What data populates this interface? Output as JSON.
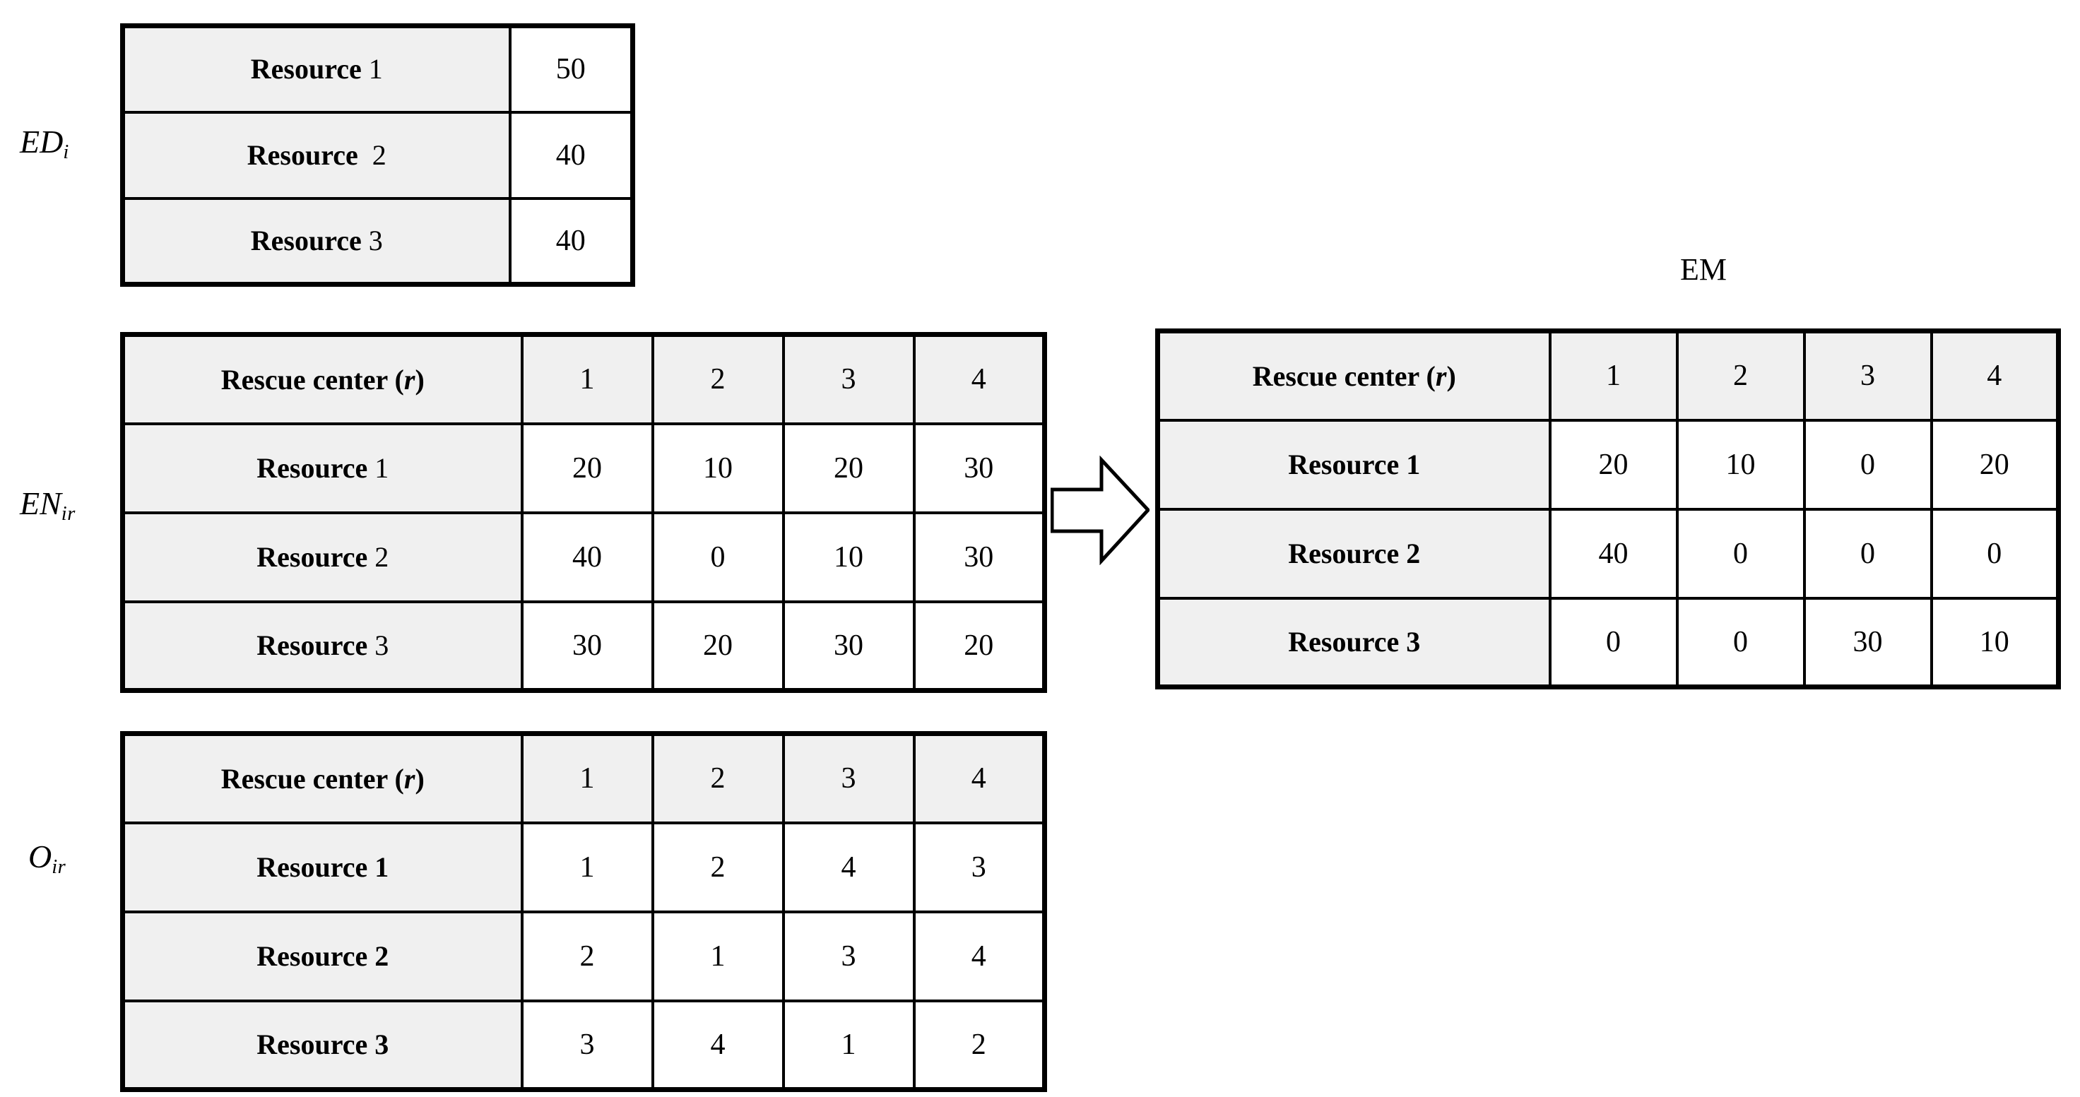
{
  "figure": {
    "caption_em": "EM",
    "arrow": "right-block-arrow",
    "colors": {
      "header_fill": "#f0f0f0",
      "cell_fill": "#ffffff",
      "border": "#000000"
    }
  },
  "symbols": {
    "ed": {
      "base": "ED",
      "sub": "i"
    },
    "en": {
      "base": "EN",
      "sub": "ir"
    },
    "o": {
      "base": "O",
      "sub": "ir"
    }
  },
  "labels": {
    "rescue_center": "Rescue center (",
    "rescue_center_var": "r",
    "rescue_center_close": ")",
    "resource_word": "Resource",
    "resource_1": "Resource 1",
    "resource_2": "Resource 2",
    "resource_3": "Resource 3",
    "idx1": "1",
    "idx2": "2",
    "idx3": "3"
  },
  "chart_data": [
    {
      "type": "table",
      "name": "ED_i",
      "title": "ED_i",
      "row_labels": [
        "Resource 1",
        "Resource  2",
        "Resource 3"
      ],
      "columns": [
        ""
      ],
      "values": [
        [
          50
        ],
        [
          40
        ],
        [
          40
        ]
      ]
    },
    {
      "type": "table",
      "name": "EN_ir",
      "title": "EN_ir",
      "header": [
        "Rescue center (r)",
        "1",
        "2",
        "3",
        "4"
      ],
      "row_labels": [
        "Resource 1",
        "Resource 2",
        "Resource 3"
      ],
      "categories": [
        "1",
        "2",
        "3",
        "4"
      ],
      "series": [
        {
          "name": "Resource 1",
          "values": [
            20,
            10,
            20,
            30
          ]
        },
        {
          "name": "Resource 2",
          "values": [
            40,
            0,
            10,
            30
          ]
        },
        {
          "name": "Resource 3",
          "values": [
            30,
            20,
            30,
            20
          ]
        }
      ]
    },
    {
      "type": "table",
      "name": "EM",
      "title": "EM",
      "header": [
        "Rescue center (r)",
        "1",
        "2",
        "3",
        "4"
      ],
      "row_labels": [
        "Resource 1",
        "Resource 2",
        "Resource 3"
      ],
      "categories": [
        "1",
        "2",
        "3",
        "4"
      ],
      "series": [
        {
          "name": "Resource 1",
          "values": [
            20,
            10,
            0,
            20
          ]
        },
        {
          "name": "Resource 2",
          "values": [
            40,
            0,
            0,
            0
          ]
        },
        {
          "name": "Resource 3",
          "values": [
            0,
            0,
            30,
            10
          ]
        }
      ]
    },
    {
      "type": "table",
      "name": "O_ir",
      "title": "O_ir",
      "header": [
        "Rescue center (r)",
        "1",
        "2",
        "3",
        "4"
      ],
      "row_labels": [
        "Resource 1",
        "Resource 2",
        "Resource 3"
      ],
      "categories": [
        "1",
        "2",
        "3",
        "4"
      ],
      "series": [
        {
          "name": "Resource 1",
          "values": [
            1,
            2,
            4,
            3
          ]
        },
        {
          "name": "Resource 2",
          "values": [
            2,
            1,
            3,
            4
          ]
        },
        {
          "name": "Resource 3",
          "values": [
            3,
            4,
            1,
            2
          ]
        }
      ]
    }
  ],
  "tables": {
    "ed": {
      "rows": [
        {
          "label_word": "Resource",
          "label_idx": "1",
          "value": "50"
        },
        {
          "label_word": "Resource",
          "label_idx": "2",
          "value": "40"
        },
        {
          "label_word": "Resource",
          "label_idx": "3",
          "value": "40"
        }
      ]
    },
    "en": {
      "header": {
        "title": "Rescue center (r)",
        "c1": "1",
        "c2": "2",
        "c3": "3",
        "c4": "4"
      },
      "rows": [
        {
          "label_word": "Resource",
          "label_idx": "1",
          "v1": "20",
          "v2": "10",
          "v3": "20",
          "v4": "30"
        },
        {
          "label_word": "Resource",
          "label_idx": "2",
          "v1": "40",
          "v2": "0",
          "v3": "10",
          "v4": "30"
        },
        {
          "label_word": "Resource",
          "label_idx": "3",
          "v1": "30",
          "v2": "20",
          "v3": "30",
          "v4": "20"
        }
      ]
    },
    "em": {
      "header": {
        "title": "Rescue center (r)",
        "c1": "1",
        "c2": "2",
        "c3": "3",
        "c4": "4"
      },
      "rows": [
        {
          "label": "Resource 1",
          "v1": "20",
          "v2": "10",
          "v3": "0",
          "v4": "20"
        },
        {
          "label": "Resource 2",
          "v1": "40",
          "v2": "0",
          "v3": "0",
          "v4": "0"
        },
        {
          "label": "Resource 3",
          "v1": "0",
          "v2": "0",
          "v3": "30",
          "v4": "10"
        }
      ]
    },
    "o": {
      "header": {
        "title": "Rescue center (r)",
        "c1": "1",
        "c2": "2",
        "c3": "3",
        "c4": "4"
      },
      "rows": [
        {
          "label": "Resource 1",
          "v1": "1",
          "v2": "2",
          "v3": "4",
          "v4": "3"
        },
        {
          "label": "Resource 2",
          "v1": "2",
          "v2": "1",
          "v3": "3",
          "v4": "4"
        },
        {
          "label": "Resource 3",
          "v1": "3",
          "v2": "4",
          "v3": "1",
          "v4": "2"
        }
      ]
    }
  }
}
